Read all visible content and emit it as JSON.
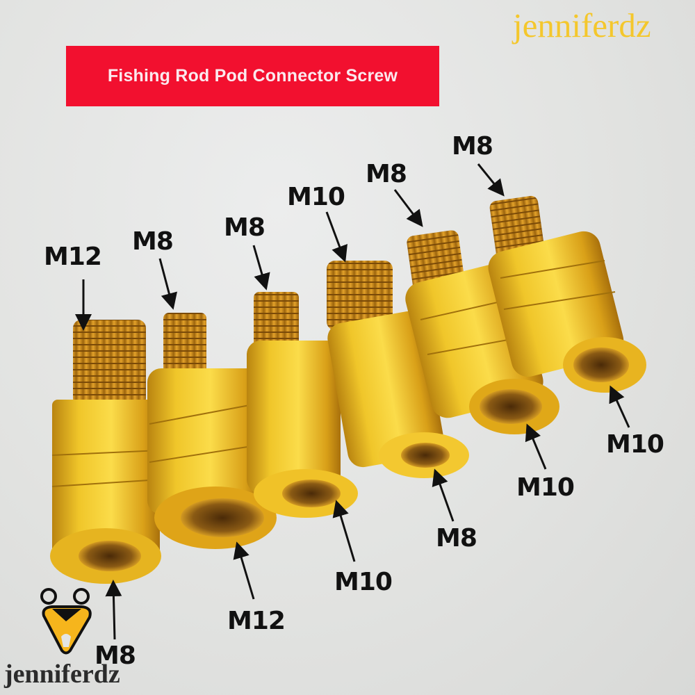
{
  "banner": {
    "title": "Fishing Rod Pod Connector Screw",
    "color": "#f2102f"
  },
  "watermarks": {
    "top_right": "jenniferdz",
    "bottom_left": "jenniferdz",
    "top_color": "#f4c72c"
  },
  "logo": {
    "icon": "bear-heart-logo-icon",
    "color": "#f6b51c"
  },
  "product": {
    "material_color": "#e6b21c",
    "count": 6
  },
  "labels": {
    "top": [
      "M12",
      "M8",
      "M8",
      "M10",
      "M8",
      "M8"
    ],
    "bottom": [
      "M8",
      "M12",
      "M10",
      "M8",
      "M10",
      "M10"
    ]
  }
}
